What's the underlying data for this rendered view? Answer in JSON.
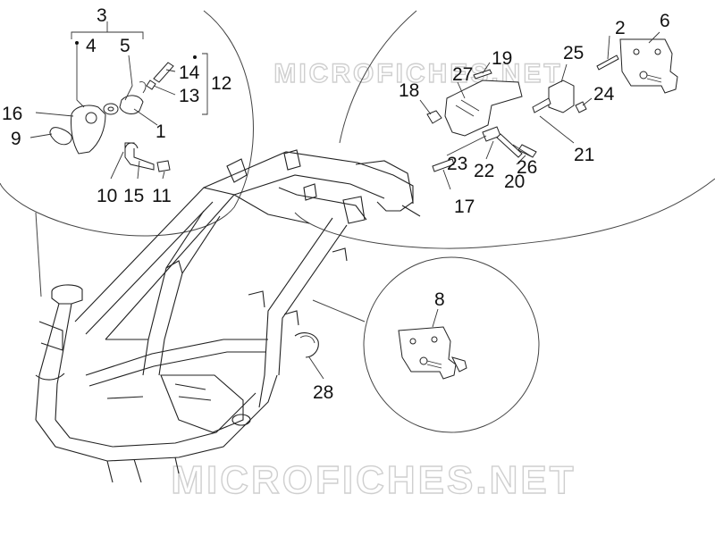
{
  "diagram": {
    "watermark": {
      "top": "MICROFICHES.NET",
      "bottom": "MICROFICHES.NET"
    },
    "callouts": {
      "left": {
        "labels": [
          {
            "id": "3",
            "text": "3"
          },
          {
            "id": "4",
            "text": "4"
          },
          {
            "id": "5",
            "text": "5"
          },
          {
            "id": "14",
            "text": "14"
          },
          {
            "id": "12",
            "text": "12"
          },
          {
            "id": "13",
            "text": "13"
          },
          {
            "id": "16",
            "text": "16"
          },
          {
            "id": "1",
            "text": "1"
          },
          {
            "id": "9",
            "text": "9"
          },
          {
            "id": "10",
            "text": "10"
          },
          {
            "id": "15",
            "text": "15"
          },
          {
            "id": "11",
            "text": "11"
          }
        ]
      },
      "right": {
        "labels": [
          {
            "id": "2",
            "text": "2"
          },
          {
            "id": "6",
            "text": "6"
          },
          {
            "id": "19",
            "text": "19"
          },
          {
            "id": "25",
            "text": "25"
          },
          {
            "id": "27",
            "text": "27"
          },
          {
            "id": "18",
            "text": "18"
          },
          {
            "id": "24",
            "text": "24"
          },
          {
            "id": "21",
            "text": "21"
          },
          {
            "id": "23",
            "text": "23"
          },
          {
            "id": "22",
            "text": "22"
          },
          {
            "id": "26",
            "text": "26"
          },
          {
            "id": "20",
            "text": "20"
          },
          {
            "id": "17",
            "text": "17"
          }
        ]
      },
      "lower": {
        "labels": [
          {
            "id": "8",
            "text": "8"
          }
        ]
      },
      "main": {
        "labels": [
          {
            "id": "28",
            "text": "28"
          }
        ]
      }
    }
  }
}
